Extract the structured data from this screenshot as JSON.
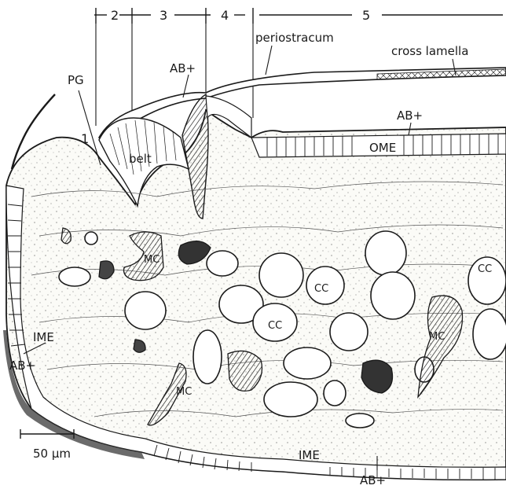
{
  "zones": [
    "1",
    "2",
    "3",
    "4",
    "5"
  ],
  "labels": {
    "periostracum": "periostracum",
    "cross_lamella": "cross lamella",
    "pg": "PG",
    "ab_plus": "AB+",
    "belt": "belt",
    "ome": "OME",
    "ime": "IME",
    "mc": "MC",
    "cc": "CC"
  },
  "scale_bar": {
    "label": "50 µm"
  },
  "colors": {
    "ink": "#1a1a1a",
    "paper": "#ffffff",
    "cell": "#f7f7f2"
  }
}
